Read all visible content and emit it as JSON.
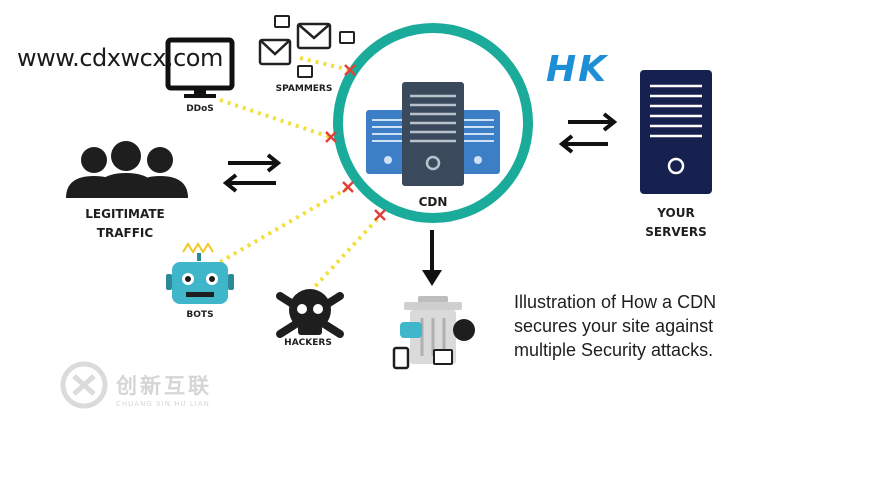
{
  "watermark_top": "www.cdxwcx.com",
  "watermark_logo": {
    "chinese": "创新互联",
    "pinyin": "CHUANG XIN HU LIAN"
  },
  "hk_label": "HK",
  "labels": {
    "ddos": "DDoS",
    "spammers": "SPAMMERS",
    "legitimate_line1": "LEGITIMATE",
    "legitimate_line2": "TRAFFIC",
    "bots": "BOTS",
    "hackers": "HACKERS",
    "cdn": "CDN",
    "servers_line1": "YOUR",
    "servers_line2": "SERVERS"
  },
  "caption": {
    "line1": "Illustration of How a CDN",
    "line2": "secures your site against",
    "line3": "multiple Security attacks."
  },
  "colors": {
    "teal_ring": "#1aab9b",
    "server_blue": "#3d7fc6",
    "server_dark": "#3a4a5c",
    "your_server": "#17214f",
    "bot": "#3fb6c9",
    "dotted": "#f3df3a",
    "block_x": "#e2403b",
    "hk": "#1e8fd6"
  }
}
